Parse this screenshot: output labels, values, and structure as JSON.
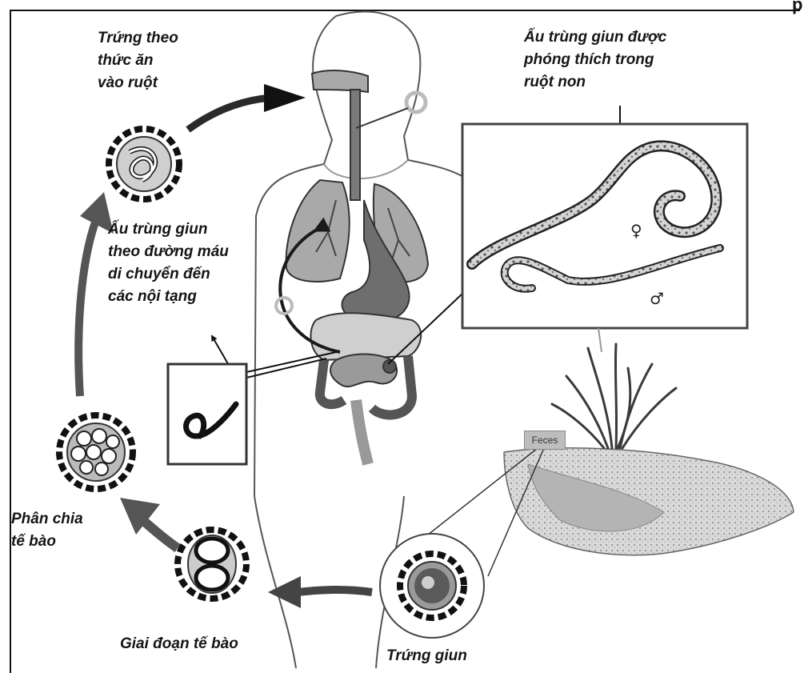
{
  "labels": {
    "eggs_ingested": "Trứng theo\nthức ăn\nvào ruột",
    "larvae_released": "Ấu trùng giun được\nphóng thích trong\nruột non",
    "larvae_blood": "Ấu trùng giun\ntheo đường máu\ndi chuyển đến\ncác nội tạng",
    "cell_division": "Phân chia\ntế bào",
    "cell_stage": "Giai đoạn tế bào",
    "worm_egg": "Trứng giun",
    "feces_tag": "Feces",
    "female_symbol": "♀",
    "male_symbol": "♂",
    "corner_mark": "p"
  },
  "colors": {
    "organ_gray": "#a9a9a9",
    "dark_organ": "#6e6e6e",
    "line": "#1a1a1a",
    "arrow": "#2a2a2a",
    "soil": "#c9c9c9"
  }
}
